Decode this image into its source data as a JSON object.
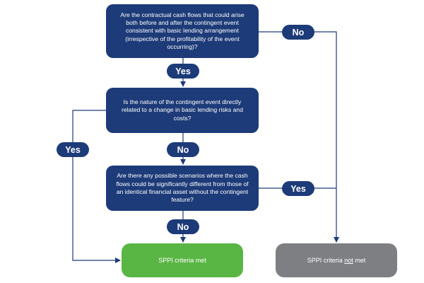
{
  "questions": {
    "q1": "Are the contractual cash flows that could arise both before and after the contingent event consistent with basic lending arrangement (irrespective of the profitability of the event occurring)?",
    "q2": "Is the nature of the contingent event directly related to a change in basic lending risks and costs?",
    "q3": "Are there any possible scenarios where the cash flows could be significantly different from those of an identical financial asset without the contingent feature?"
  },
  "labels": {
    "yes_q1": "Yes",
    "no_q1": "No",
    "no_q2": "No",
    "yes_q2": "Yes",
    "no_q3": "No",
    "yes_q3": "Yes"
  },
  "outcomes": {
    "met": "SPPI criteria met",
    "not_met_prefix": "SPPI criteria ",
    "not_met_emphasis": "not",
    "not_met_suffix": " met"
  },
  "colors": {
    "question_box": "#1d3b78",
    "connector": "#1d3b78",
    "met": "#5ab644",
    "not_met": "#7d7f82"
  }
}
